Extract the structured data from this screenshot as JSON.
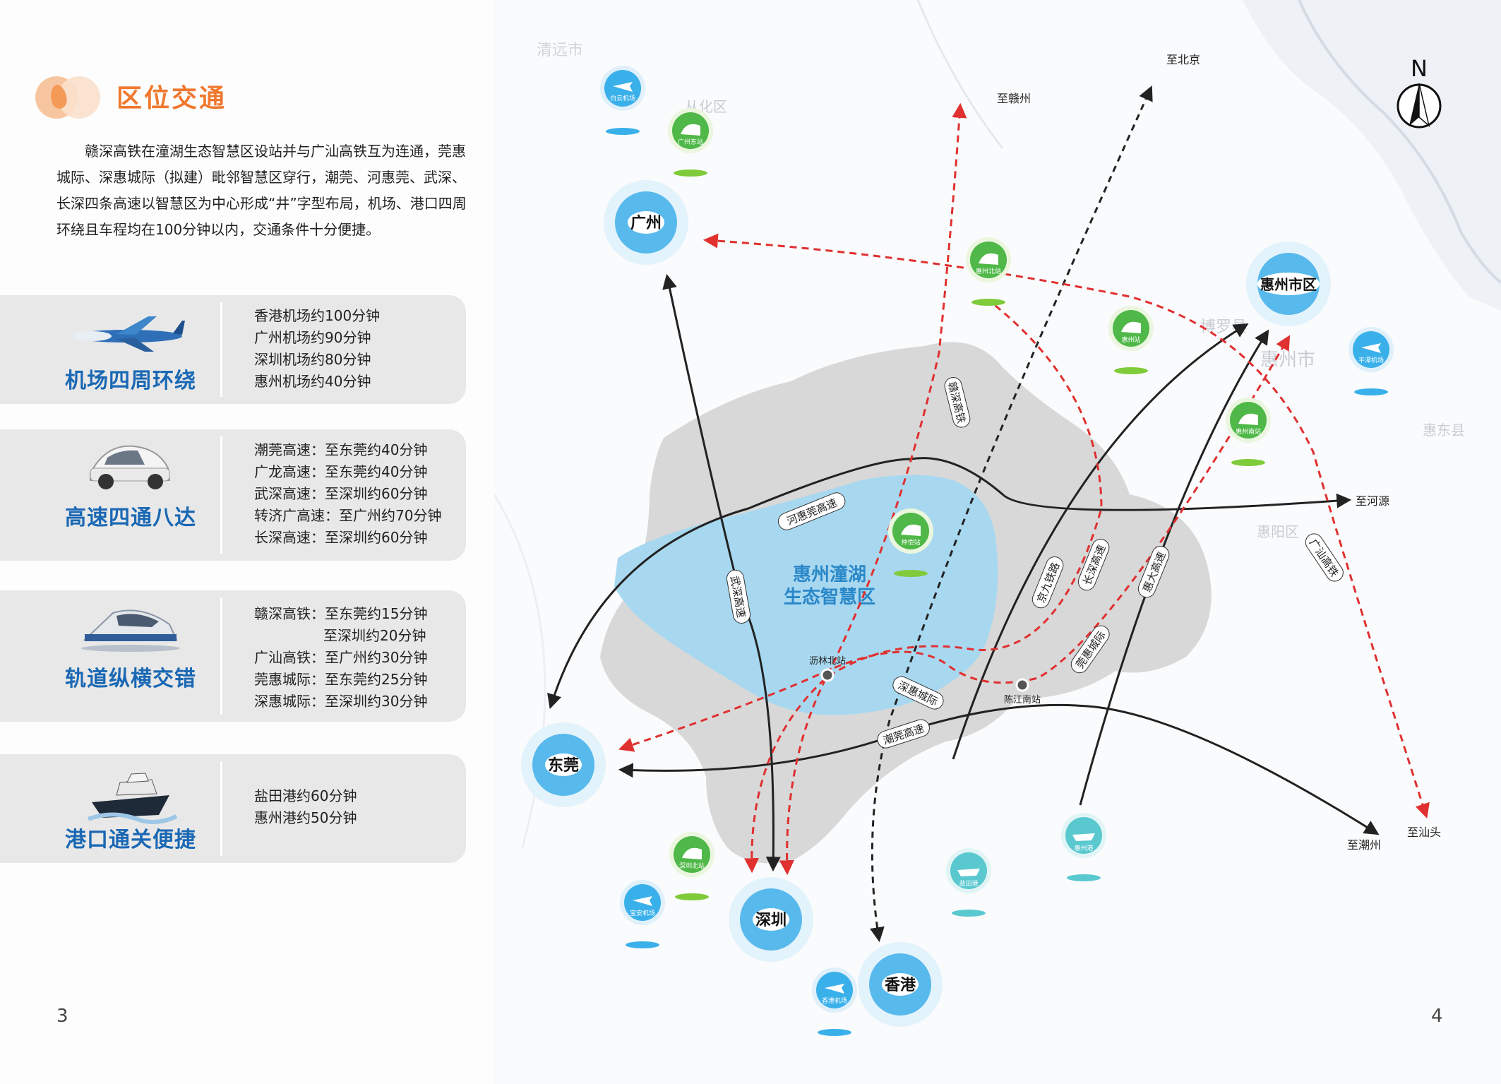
{
  "title": "区位交通",
  "intro": "赣深高铁在潼湖生态智慧区设站并与广汕高铁互为连通，莞惠城际、深惠城际（拟建）毗邻智慧区穿行，潮莞、河惠莞、武深、长深四条高速以智慧区为中心形成“井”字型布局，机场、港口四周环绕且车程均在100分钟以内，交通条件十分便捷。",
  "cards": [
    {
      "label": "机场四周环绕",
      "icon": "airplane-icon",
      "items": [
        "香港机场约100分钟",
        "广州机场约90分钟",
        "深圳机场约80分钟",
        "惠州机场约40分钟"
      ]
    },
    {
      "label": "高速四通八达",
      "icon": "car-icon",
      "items": [
        "潮莞高速：至东莞约40分钟",
        "广龙高速：至东莞约40分钟",
        "武深高速：至深圳约60分钟",
        "转济广高速：至广州约70分钟",
        "长深高速：至深圳约60分钟"
      ]
    },
    {
      "label": "轨道纵横交错",
      "icon": "train-icon",
      "items": [
        "赣深高铁：至东莞约15分钟",
        "至深圳约20分钟",
        "广汕高铁：至广州约30分钟",
        "莞惠城际：至东莞约25分钟",
        "深惠城际：至深圳约30分钟"
      ]
    },
    {
      "label": "港口通关便捷",
      "icon": "ship-icon",
      "items": [
        "盐田港约60分钟",
        "惠州港约50分钟"
      ]
    }
  ],
  "map": {
    "zone": "惠州潼湖\n生态智慧区",
    "zone_line1": "惠州潼湖",
    "zone_line2": "生态智慧区",
    "cities": {
      "guangzhou": "广州",
      "huizhou": "惠州市区",
      "dongguan": "东莞",
      "shenzhen": "深圳",
      "hongkong": "香港"
    },
    "airports": {
      "baiyun": "白云机场",
      "pingtan": "平潭机场",
      "baoan": "宝安机场",
      "hk": "香港机场"
    },
    "stations": {
      "gz_east": "广州东站",
      "hz_north": "惠州北站",
      "hz": "惠州站",
      "hz_south": "惠州南站",
      "zhongkai": "仲恺站",
      "sz_north": "深圳北站",
      "lilin_north": "沥林北站",
      "chenjiang_south": "陈江南站"
    },
    "ports": {
      "yantian": "盐田港",
      "huizhou": "惠州港"
    },
    "destinations": {
      "beijing": "至北京",
      "ganzhou": "至赣州",
      "heyuan": "至河源",
      "shantou": "至汕头",
      "chaozhou": "至潮州"
    },
    "routes": {
      "gan_shen": "赣深高铁",
      "he_hui_guan": "河惠莞高速",
      "wu_shen": "武深高速",
      "jing_jiu": "京九铁路",
      "chang_shen": "长深高速",
      "hui_da": "惠大高速",
      "guan_hui": "莞惠城际",
      "shen_hui": "深惠城际",
      "chao_guan": "潮莞高速",
      "guang_shan": "广汕高铁"
    },
    "bg_labels": {
      "conghua": "从化区",
      "boluo": "博罗县",
      "huizhou_city": "惠州市",
      "huidong": "惠东县",
      "huiyang": "惠阳区",
      "qingyuan": "清远市"
    },
    "north": "N"
  },
  "pages": {
    "left": "3",
    "right": "4"
  },
  "colors": {
    "accent": "#f0782f",
    "blue": "#1a68b4",
    "zone": "#a8d8f0",
    "rail": "#e03030",
    "road": "#222222"
  }
}
